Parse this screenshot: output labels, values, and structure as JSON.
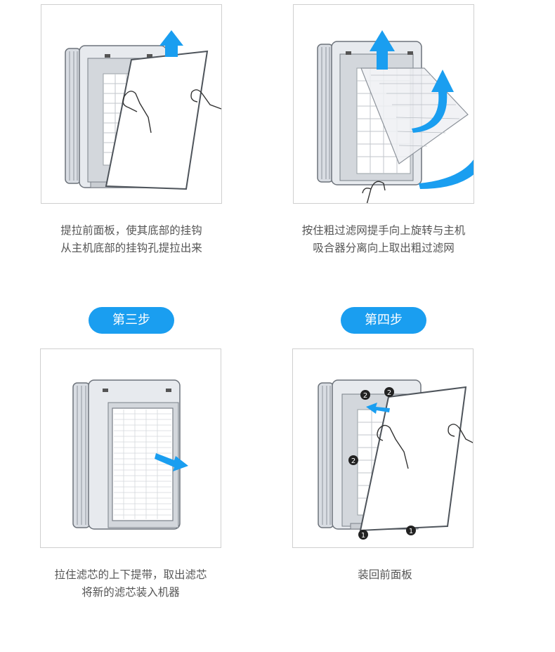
{
  "steps": [
    {
      "caption_lines": [
        "提拉前面板，使其底部的挂钩",
        "从主机底部的挂钩孔提拉出来"
      ]
    },
    {
      "caption_lines": [
        "按住粗过滤网提手向上旋转与主机",
        "吸合器分离向上取出粗过滤网"
      ]
    },
    {
      "label": "第三步",
      "caption_lines": [
        "拉住滤芯的上下提带，取出滤芯",
        "将新的滤芯装入机器"
      ]
    },
    {
      "label": "第四步",
      "caption_lines": [
        "装回前面板"
      ]
    }
  ],
  "markers": {
    "one": "1",
    "two": "2"
  },
  "colors": {
    "accent": "#1a9ef0",
    "caption_text": "#555555",
    "panel_border": "#cfcfcf"
  }
}
